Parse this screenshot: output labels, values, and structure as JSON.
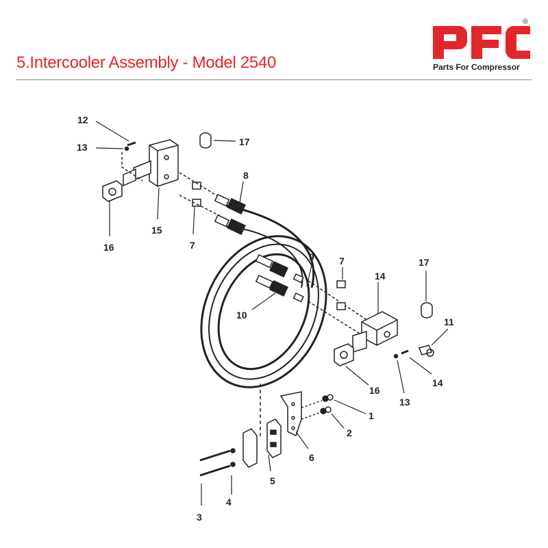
{
  "header": {
    "title": "5.Intercooler Assembly -  Model 2540",
    "logo_letters": "PFC",
    "logo_tagline": "Parts For Compressor",
    "registered_mark": "®",
    "brand_color": "#e3262b"
  },
  "diagram": {
    "callouts": [
      "12",
      "13",
      "17",
      "8",
      "16",
      "15",
      "7",
      "9",
      "7",
      "14",
      "17",
      "11",
      "10",
      "16",
      "13",
      "14",
      "1",
      "2",
      "6",
      "5",
      "4",
      "3"
    ]
  }
}
